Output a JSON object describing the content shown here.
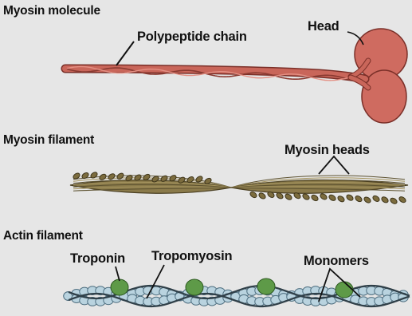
{
  "colors": {
    "background": "#e6e6e6",
    "myosin_molecule": "#c9665a",
    "myosin_head": "#cf6b60",
    "myosin_filament": "#8a7a4a",
    "actin_monomer": "#b9d3df",
    "troponin": "#5e9a48",
    "tropomyosin": "#2f3f48"
  },
  "sections": {
    "myosin_molecule": {
      "title": "Myosin molecule",
      "labels": {
        "chain": "Polypeptide chain",
        "head": "Head"
      }
    },
    "myosin_filament": {
      "title": "Myosin filament",
      "labels": {
        "heads": "Myosin heads"
      }
    },
    "actin_filament": {
      "title": "Actin filament",
      "labels": {
        "troponin": "Troponin",
        "tropomyosin": "Tropomyosin",
        "monomers": "Monomers"
      }
    }
  }
}
